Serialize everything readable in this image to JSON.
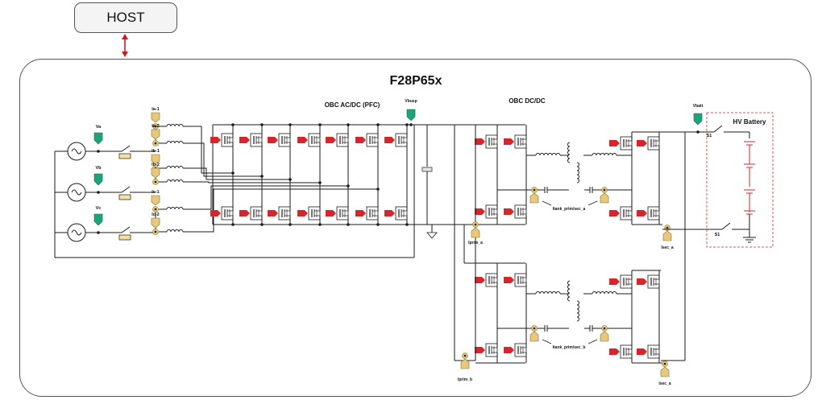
{
  "host": {
    "label": "HOST"
  },
  "controller": {
    "label": "F28P65x",
    "color": "#cc1a1a"
  },
  "sections": {
    "pfc": "OBC AC/DC (PFC)",
    "dcdc": "OBC DC/DC",
    "battery": "HV Battery"
  },
  "phases": [
    "Va",
    "Vb",
    "Vc"
  ],
  "current_sensors": [
    "Ia-1",
    "Ia-2",
    "Ib-1",
    "Ib-2",
    "Ic-1",
    "Ic-2"
  ],
  "signals": {
    "vbusp": "Vbusp",
    "vbatt": "Vbatt",
    "iprim_a": "Iprim_a",
    "iprim_b": "Iprim_b",
    "isec_a_top": "Isec_a",
    "isec_a_bottom": "Isec_a",
    "itank_a": "Itank_prim/sec_a",
    "itank_b": "Itank_prim/sec_b"
  },
  "switches": {
    "s1_top": "S1",
    "s1_bottom": "S1"
  },
  "colors": {
    "voltage_sense": "#1fa37a",
    "current_sense": "#e8c87a",
    "gate_drive": "#d7262b",
    "link_arrow": "#cc1a1a",
    "battery": "#d7262b",
    "resistor": "#f6dfa0"
  }
}
